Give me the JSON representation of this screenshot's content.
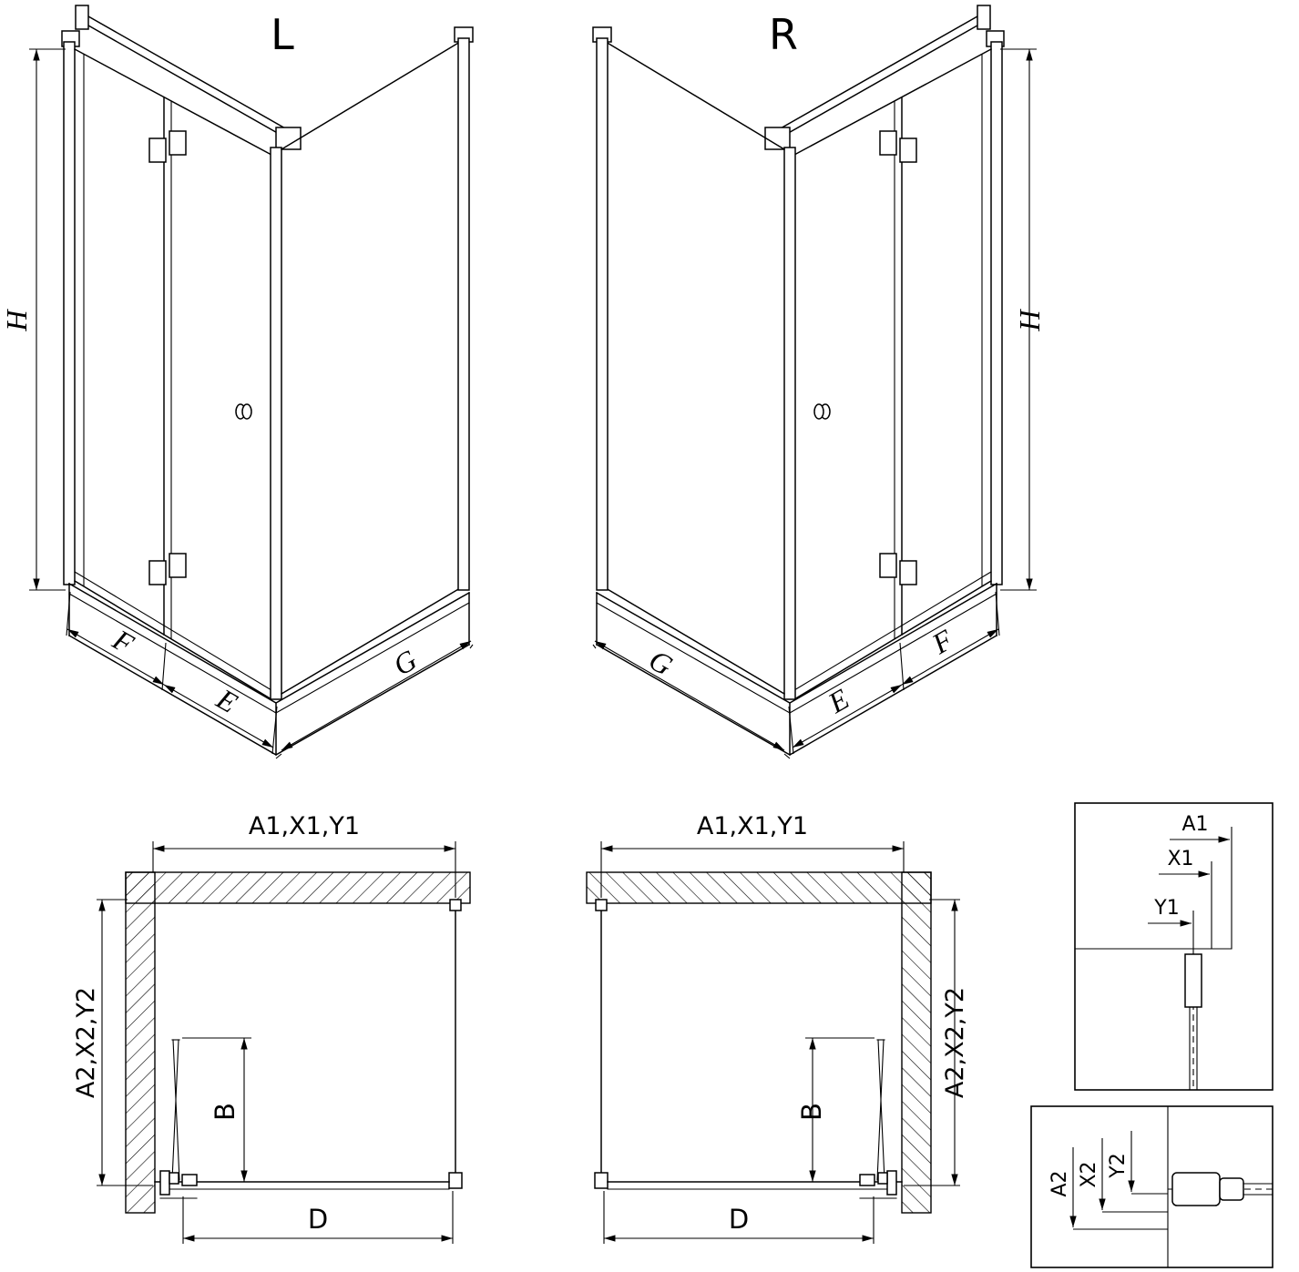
{
  "colors": {
    "line": "#000000",
    "background": "#ffffff"
  },
  "iso_views": {
    "left": {
      "label": "L",
      "dim_height": "H",
      "dim_fixed_panel": "F",
      "dim_door": "E",
      "dim_side_panel": "G"
    },
    "right": {
      "label": "R",
      "dim_height": "H",
      "dim_fixed_panel": "F",
      "dim_door": "E",
      "dim_side_panel": "G"
    }
  },
  "plan_views": {
    "left": {
      "dim_top": "A1,X1,Y1",
      "dim_side": "A2,X2,Y2",
      "dim_door_open": "B",
      "dim_bottom": "D"
    },
    "right": {
      "dim_top": "A1,X1,Y1",
      "dim_side": "A2,X2,Y2",
      "dim_door_open": "B",
      "dim_bottom": "D"
    }
  },
  "details": {
    "top": {
      "dims": [
        "A1",
        "X1",
        "Y1"
      ]
    },
    "bottom": {
      "dims": [
        "A2",
        "X2",
        "Y2"
      ]
    }
  }
}
